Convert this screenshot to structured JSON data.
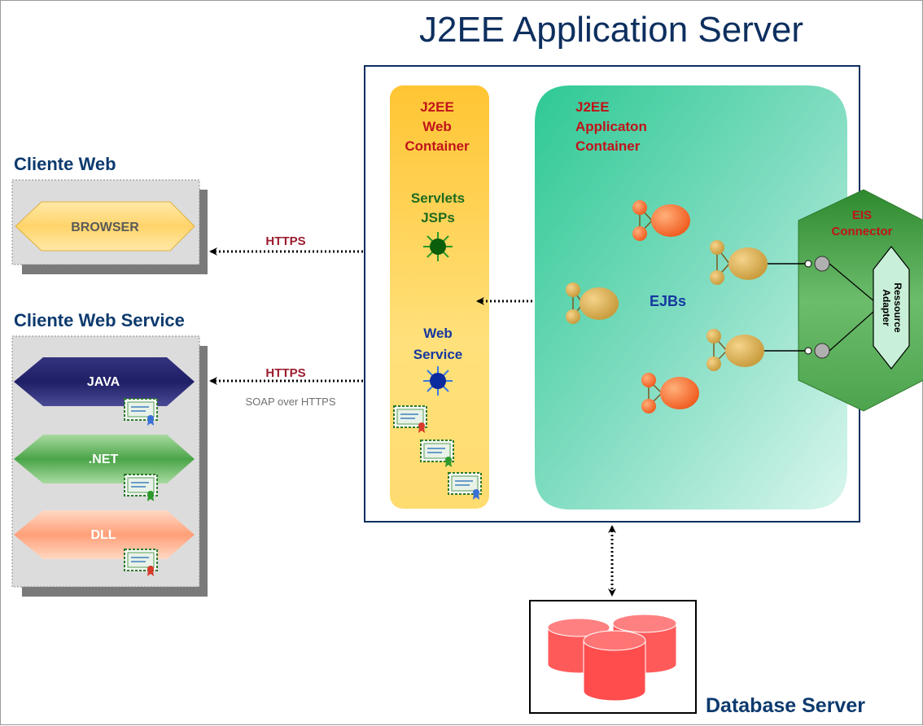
{
  "title": "J2EE Application Server",
  "clients": {
    "web_heading": "Cliente Web",
    "ws_heading": "Cliente Web Service",
    "browser_label": "BROWSER",
    "java_label": "JAVA",
    "net_label": ".NET",
    "dll_label": "DLL"
  },
  "links": {
    "https_top": "HTTPS",
    "https_bottom": "HTTPS",
    "soap_label": "SOAP over HTTPS"
  },
  "web_container": {
    "title_line1": "J2EE",
    "title_line2": "Web",
    "title_line3": "Container",
    "servlets_line1": "Servlets",
    "servlets_line2": "JSPs",
    "ws_line1": "Web",
    "ws_line2": "Service"
  },
  "app_container": {
    "title_line1": "J2EE",
    "title_line2": "Applicaton",
    "title_line3": "Container",
    "ejbs_label": "EJBs"
  },
  "eis": {
    "line1": "EIS",
    "line2": "Connector",
    "adapter_line1": "Ressource",
    "adapter_line2": "Adapter"
  },
  "database": {
    "label": "Database Server"
  },
  "colors": {
    "title": "#0d2f5f",
    "heading": "#0d3a6e",
    "container_red": "#c0141a",
    "servlet_green": "#1f6b1f",
    "ws_blue": "#1637a0",
    "arrow": "#000000"
  },
  "icons": [
    "sun-icon",
    "certificate-icon",
    "bean-icon",
    "database-cylinder-icon",
    "lollipop-connector-icon"
  ]
}
